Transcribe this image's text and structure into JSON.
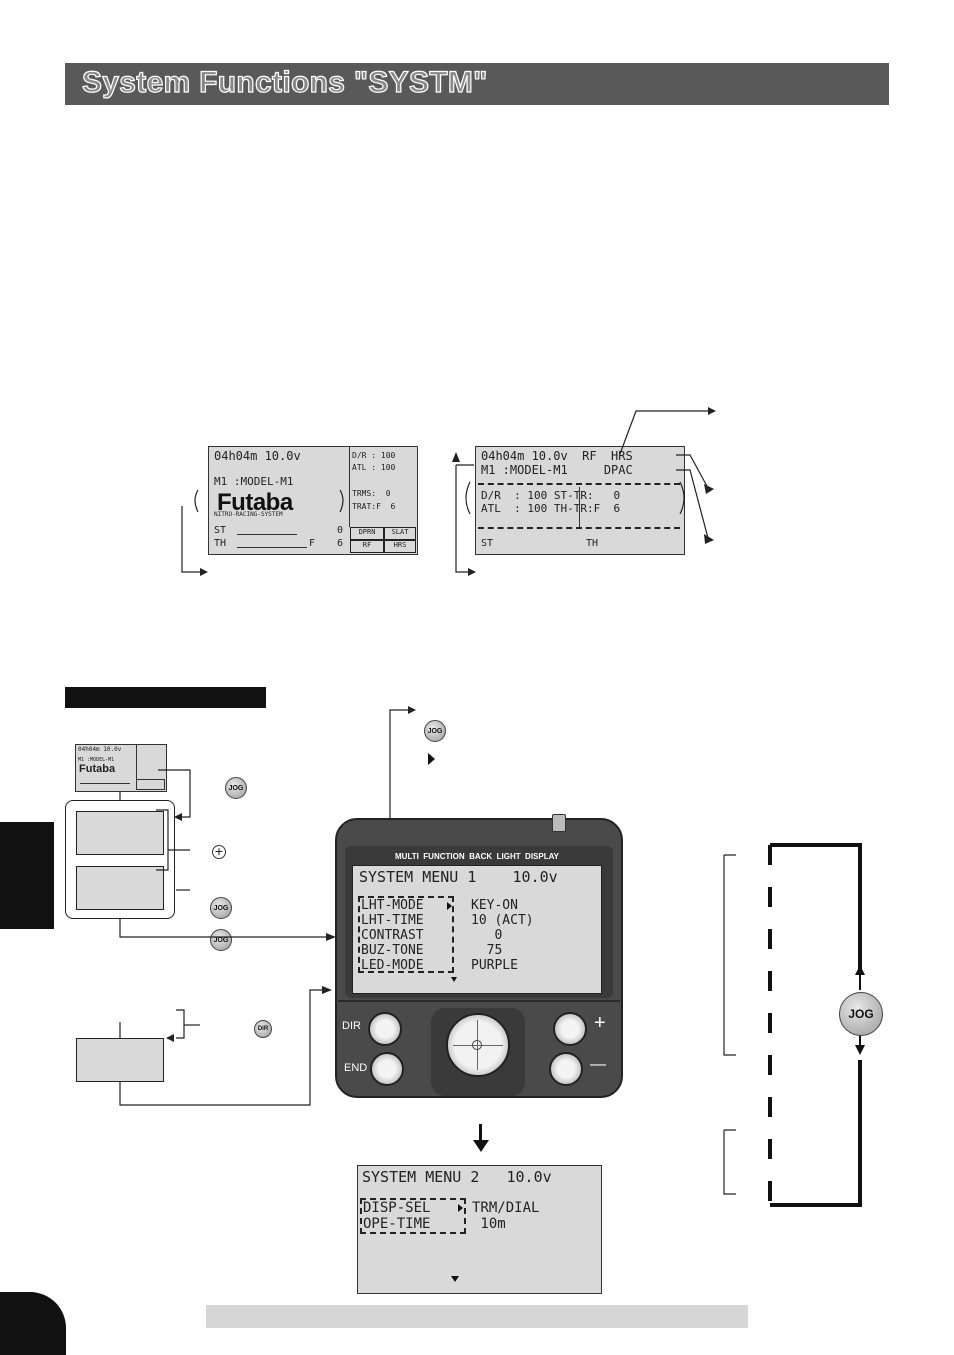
{
  "header": {
    "title": "System Functions  \"SYSTM\""
  },
  "screen_a": {
    "status": "04h04m 10.0v",
    "model": "M1 :MODEL-M1",
    "logo": "Futaba",
    "logo_sub": "NITRO-RACING-SYSTEM",
    "dr": "D/R : 100",
    "atl": "ATL : 100",
    "trms": "TRMS:  0",
    "trat": "TRAT:F  6",
    "st": "ST",
    "th": "TH",
    "f": "F",
    "v0": "0",
    "v6": "6",
    "btn1": "DPRN",
    "btn2": "SLAT",
    "btn3": "RF",
    "btn4": "HRS"
  },
  "screen_b": {
    "status": "04h04m 10.0v  RF  HRS",
    "model": "M1 :MODEL-M1     DPAC",
    "row1": "D/R  : 100 ST-TR:   0",
    "row2": "ATL  : 100 TH-TR:F  6",
    "st": "ST",
    "th": "TH"
  },
  "device": {
    "top_labels": "MULTI  FUNCTION  BACK  LIGHT  DISPLAY",
    "menu1_title": "SYSTEM MENU 1    10.0v",
    "menu1_items": [
      "LHT-MODE",
      "LHT-TIME",
      "CONTRAST",
      "BUZ-TONE",
      "LED-MODE"
    ],
    "menu1_values": [
      "KEY-ON",
      "10 (ACT)",
      "   0",
      "  75",
      "PURPLE"
    ],
    "dir_label": "DIR",
    "end_label": "END",
    "plus_label": "+",
    "minus_label": "—"
  },
  "menu2": {
    "title": "SYSTEM MENU 2   10.0v",
    "items": [
      "DISP-SEL",
      "OPE-TIME"
    ],
    "values": [
      "TRM/DIAL",
      " 10m"
    ]
  },
  "buttons": {
    "jog": "JOG",
    "dir": "DIR",
    "plus": "+"
  },
  "mini_screen": {
    "status": "04h04m 10.0v",
    "model": "M1 :MODEL-M1",
    "logo": "Futaba"
  }
}
